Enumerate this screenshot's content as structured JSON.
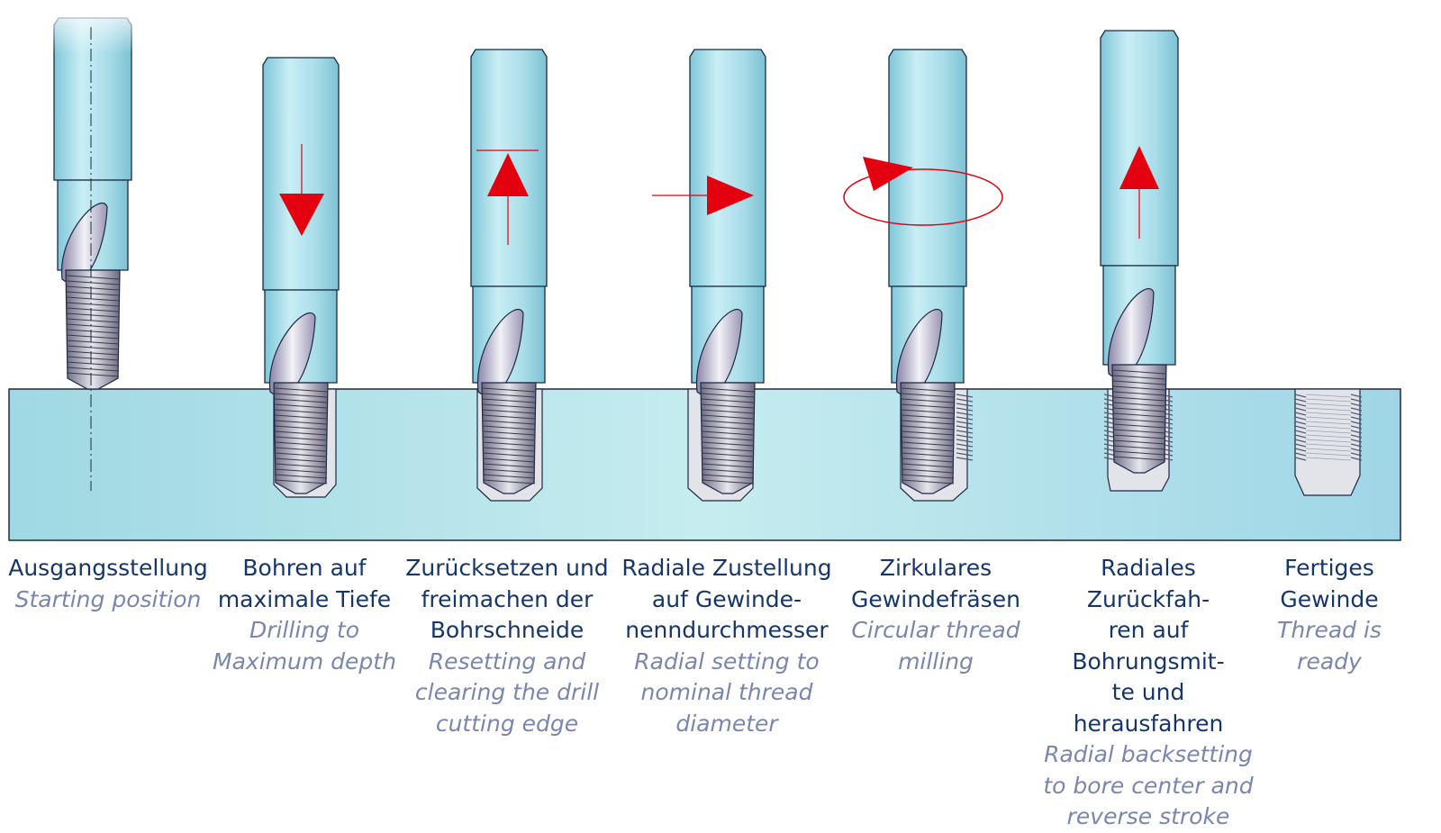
{
  "steps": [
    {
      "de": "Ausgangsstellung",
      "en": "Starting position"
    },
    {
      "de": "Bohren auf\nmaximale Tiefe",
      "en": "Drilling to\nMaximum depth"
    },
    {
      "de": "Zurücksetzen und\nfreimachen der\nBohrschneide",
      "en": "Resetting and\nclearing the drill\ncutting edge"
    },
    {
      "de": "Radiale Zustellung\nauf Gewinde-\nnenndurchmesser",
      "en": "Radial setting to\nnominal thread\ndiameter"
    },
    {
      "de": "Zirkulares\nGewindefräsen",
      "en": "Circular thread\nmilling"
    },
    {
      "de": "Radiales Zurückfah-\nren auf Bohrungsmit-\nte und herausfahren",
      "en": "Radial backsetting\nto bore center and\nreverse stroke"
    },
    {
      "de": "Fertiges\nGewinde",
      "en": "Thread is\nready"
    }
  ],
  "colors": {
    "workpiece": "#a8dce6",
    "shank": "#a6dbe8",
    "arrow": "#e3000f",
    "german_text": "#16366b",
    "english_text": "#7a86ad",
    "outline": "#1a2a44"
  },
  "icons": [
    "arrow-down-icon",
    "arrow-up-icon",
    "arrow-right-icon",
    "rotation-arrow-icon"
  ]
}
